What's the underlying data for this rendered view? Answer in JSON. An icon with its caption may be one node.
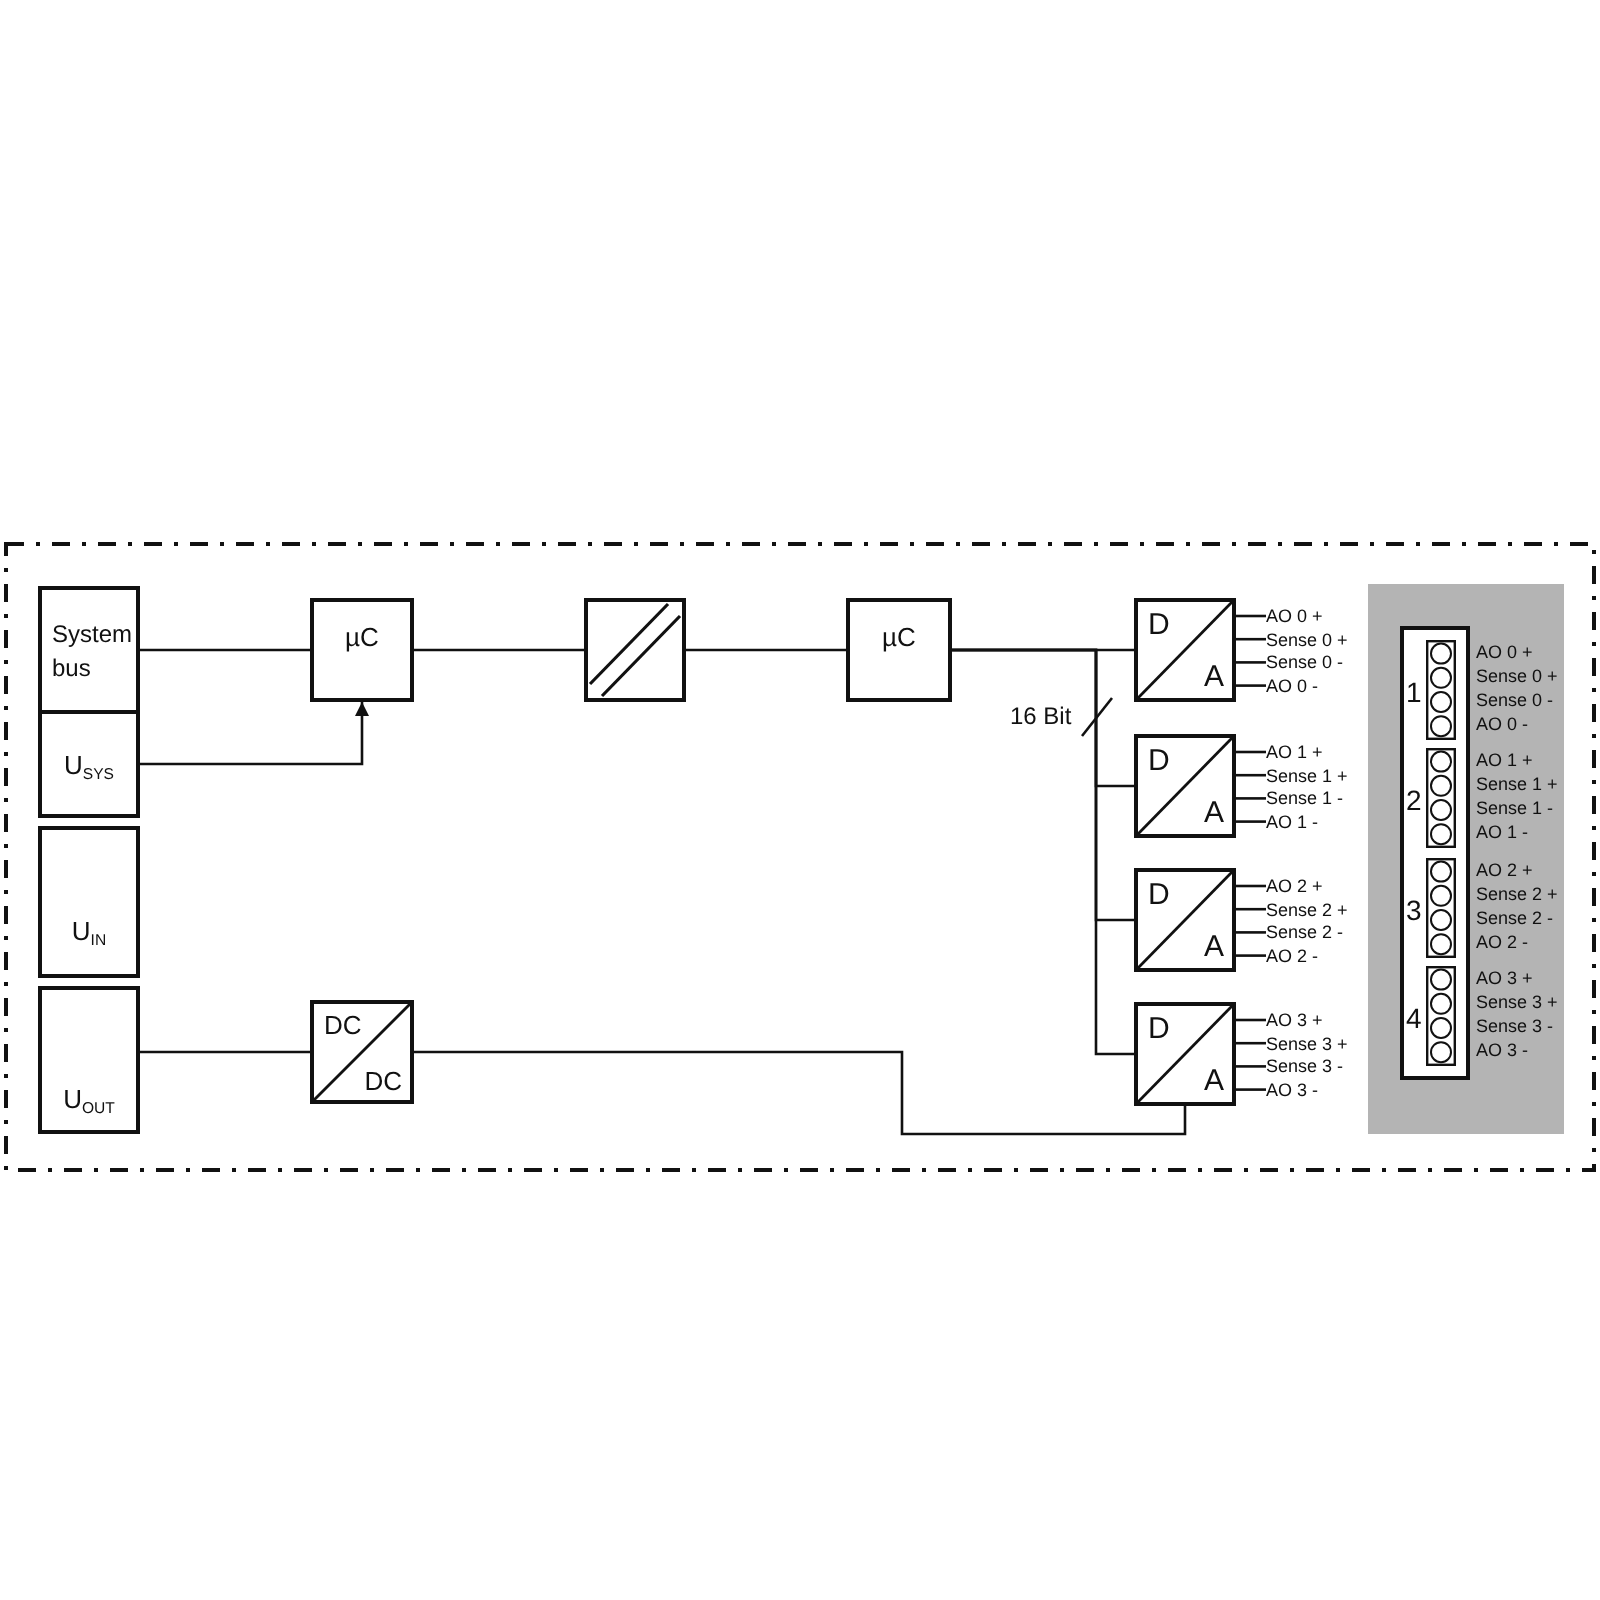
{
  "diagram": {
    "nodes": [
      {
        "text": [
          "System bus"
        ]
      },
      {
        "text": [
          "U$_{SYS}$"
        ]
      },
      {
        "text": [
          "U$_{IN}$"
        ]
      },
      {
        "text": [
          "U$_{OUT}$"
        ]
      },
      {
        "text": [
          "µC"
        ]
      },
      {
        "text": [],
        "shape": "box"
      },
      {
        "text": [
          "µC"
        ]
      },
      {
        "text": [
          "D",
          "A"
        ]
      },
      {
        "text": [
          "D",
          "A"
        ]
      },
      {
        "text": [
          "D",
          "A"
        ]
      },
      {
        "text": [
          "D",
          "A"
        ]
      },
      {
        "text": [
          "DC",
          "DC"
        ]
      },
      {
        "text": [
          "AO 0 +"
        ]
      },
      {
        "text": [
          "Sense 0 +"
        ]
      },
      {
        "text": [
          "Sense 0 -"
        ]
      },
      {
        "text": [
          "AO 0 -"
        ]
      },
      {
        "text": [
          "AO 1 +"
        ]
      },
      {
        "text": [
          "Sense 1 +"
        ]
      },
      {
        "text": [
          "Sense 1 -"
        ]
      },
      {
        "text": [
          "AO 1 -"
        ]
      },
      {
        "text": [
          "AO 2 +"
        ]
      },
      {
        "text": [
          "Sense 2 +"
        ]
      },
      {
        "text": [
          "Sense 2 -"
        ]
      },
      {
        "text": [
          "AO 2 -"
        ]
      },
      {
        "text": [
          "AO 3 +"
        ]
      },
      {
        "text": [
          "Sense 3 +"
        ]
      },
      {
        "text": [
          "Sense 3 -"
        ]
      },
      {
        "text": [
          "AO 3 -"
        ]
      },
      {
        "text": [
          "AO 0 +",
          "Sense 0 +",
          "Sense 0 -",
          "AO 0 -",
          "AO 1 +",
          "Sense 1 +",
          "Sense 1 -",
          "AO 1 -",
          "AO 2 +",
          "Sense 2 +",
          "Sense 2 -",
          "AO 2 -",
          "AO 3 +",
          "Sense 3 +",
          "Sense 3 -",
          "AO 3 -"
        ]
      },
      {
        "text": [
          "1",
          "2",
          "3",
          "4"
        ],
        "in": 28
      }
    ],
    "edges": [
      {
        "from": 0,
        "to": 4,
        "arrow": "none"
      },
      {
        "from": 1,
        "to": 4,
        "arrow": "to"
      },
      {
        "from": 4,
        "to": 5,
        "arrow": "none"
      },
      {
        "from": 5,
        "to": 6,
        "arrow": "none"
      },
      {
        "from": 6,
        "to": 7,
        "arrow": "none"
      },
      {
        "from": 6,
        "to": 8,
        "arrow": "none"
      },
      {
        "from": 6,
        "to": 9,
        "arrow": "none"
      },
      {
        "from": 6,
        "to": 10,
        "arrow": "none"
      },
      {
        "from": 3,
        "to": 11,
        "arrow": "none"
      },
      {
        "from": 11,
        "to": 10,
        "arrow": "none"
      },
      {
        "from": 7,
        "to": 12,
        "arrow": "none"
      },
      {
        "from": 7,
        "to": 13,
        "arrow": "none"
      },
      {
        "from": 7,
        "to": 14,
        "arrow": "none"
      },
      {
        "from": 7,
        "to": 15,
        "arrow": "none"
      },
      {
        "from": 8,
        "to": 16,
        "arrow": "none"
      },
      {
        "from": 8,
        "to": 17,
        "arrow": "none"
      },
      {
        "from": 8,
        "to": 18,
        "arrow": "none"
      },
      {
        "from": 8,
        "to": 19,
        "arrow": "none"
      },
      {
        "from": 9,
        "to": 20,
        "arrow": "none"
      },
      {
        "from": 9,
        "to": 21,
        "arrow": "none"
      },
      {
        "from": 9,
        "to": 22,
        "arrow": "none"
      },
      {
        "from": 9,
        "to": 23,
        "arrow": "none"
      },
      {
        "from": 10,
        "to": 24,
        "arrow": "none"
      },
      {
        "from": 10,
        "to": 25,
        "arrow": "none"
      },
      {
        "from": 10,
        "to": 26,
        "arrow": "none"
      },
      {
        "from": 10,
        "to": 27,
        "arrow": "none"
      }
    ],
    "labels": [
      "16 Bit"
    ]
  }
}
